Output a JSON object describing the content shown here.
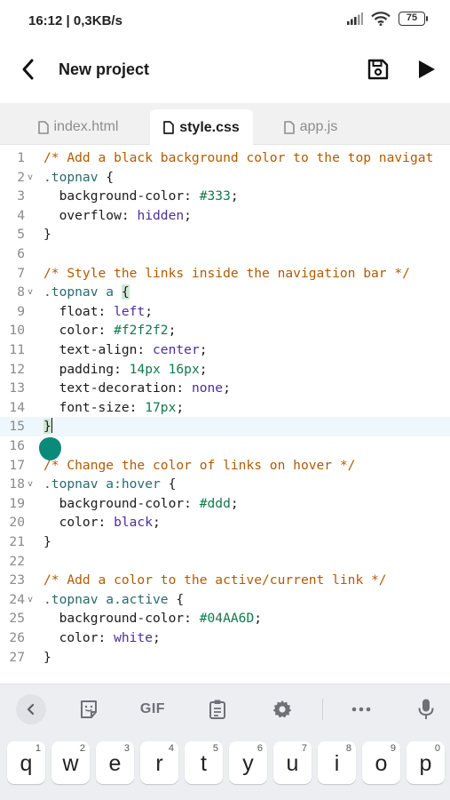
{
  "status": {
    "time": "16:12 | 0,3KB/s",
    "battery": "75"
  },
  "header": {
    "title": "New project",
    "back_icon": "back-arrow-icon",
    "save_icon": "save-icon",
    "run_icon": "play-icon"
  },
  "tabs": [
    {
      "label": "index.html",
      "active": false
    },
    {
      "label": "style.css",
      "active": true
    },
    {
      "label": "app.js",
      "active": false
    }
  ],
  "editor": {
    "current_line": 15,
    "lines": [
      {
        "n": "1",
        "fold": "",
        "code": "/* Add a black background color to the top navigat"
      },
      {
        "n": "2",
        "fold": "v",
        "code": ".topnav {"
      },
      {
        "n": "3",
        "fold": "",
        "code": "  background-color: #333;"
      },
      {
        "n": "4",
        "fold": "",
        "code": "  overflow: hidden;"
      },
      {
        "n": "5",
        "fold": "",
        "code": "}"
      },
      {
        "n": "6",
        "fold": "",
        "code": ""
      },
      {
        "n": "7",
        "fold": "",
        "code": "/* Style the links inside the navigation bar */"
      },
      {
        "n": "8",
        "fold": "v",
        "code": ".topnav a {"
      },
      {
        "n": "9",
        "fold": "",
        "code": "  float: left;"
      },
      {
        "n": "10",
        "fold": "",
        "code": "  color: #f2f2f2;"
      },
      {
        "n": "11",
        "fold": "",
        "code": "  text-align: center;"
      },
      {
        "n": "12",
        "fold": "",
        "code": "  padding: 14px 16px;"
      },
      {
        "n": "13",
        "fold": "",
        "code": "  text-decoration: none;"
      },
      {
        "n": "14",
        "fold": "",
        "code": "  font-size: 17px;"
      },
      {
        "n": "15",
        "fold": "",
        "code": "}"
      },
      {
        "n": "16",
        "fold": "",
        "code": ""
      },
      {
        "n": "17",
        "fold": "",
        "code": "/* Change the color of links on hover */"
      },
      {
        "n": "18",
        "fold": "v",
        "code": ".topnav a:hover {"
      },
      {
        "n": "19",
        "fold": "",
        "code": "  background-color: #ddd;"
      },
      {
        "n": "20",
        "fold": "",
        "code": "  color: black;"
      },
      {
        "n": "21",
        "fold": "",
        "code": "}"
      },
      {
        "n": "22",
        "fold": "",
        "code": ""
      },
      {
        "n": "23",
        "fold": "",
        "code": "/* Add a color to the active/current link */"
      },
      {
        "n": "24",
        "fold": "v",
        "code": ".topnav a.active {"
      },
      {
        "n": "25",
        "fold": "",
        "code": "  background-color: #04AA6D;"
      },
      {
        "n": "26",
        "fold": "",
        "code": "  color: white;"
      },
      {
        "n": "27",
        "fold": "",
        "code": "}"
      }
    ]
  },
  "keyboard": {
    "toolbar": [
      {
        "name": "keyboard-back-icon",
        "label": "",
        "icon": "chevron-left"
      },
      {
        "name": "sticker-icon",
        "label": "",
        "icon": "sticker"
      },
      {
        "name": "gif-button",
        "label": "GIF",
        "icon": ""
      },
      {
        "name": "clipboard-icon",
        "label": "",
        "icon": "clipboard"
      },
      {
        "name": "settings-icon",
        "label": "",
        "icon": "gear"
      },
      {
        "name": "more-icon",
        "label": "",
        "icon": "ellipsis"
      },
      {
        "name": "microphone-icon",
        "label": "",
        "icon": "mic"
      }
    ],
    "row1": [
      {
        "letter": "q",
        "num": "1"
      },
      {
        "letter": "w",
        "num": "2"
      },
      {
        "letter": "e",
        "num": "3"
      },
      {
        "letter": "r",
        "num": "4"
      },
      {
        "letter": "t",
        "num": "5"
      },
      {
        "letter": "y",
        "num": "6"
      },
      {
        "letter": "u",
        "num": "7"
      },
      {
        "letter": "i",
        "num": "8"
      },
      {
        "letter": "o",
        "num": "9"
      },
      {
        "letter": "p",
        "num": "0"
      }
    ]
  },
  "colors": {
    "accent": "#0b8a79",
    "comment": "#b25b00",
    "selector": "#266b6f",
    "value": "#4b2e9e",
    "number": "#0f7a4b",
    "current_line_bg": "#eef7fb"
  }
}
